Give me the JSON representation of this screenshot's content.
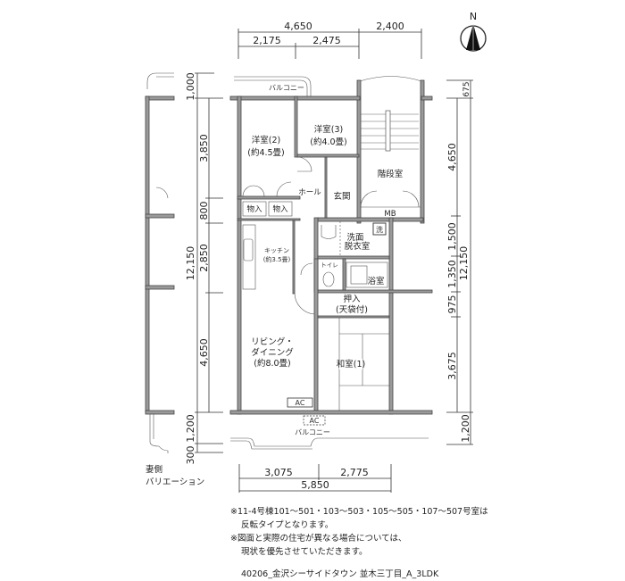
{
  "compass": {
    "label": "N"
  },
  "dimensions": {
    "top": {
      "total_left": "4,650",
      "total_right": "2,400",
      "sub1": "2,175",
      "sub2": "2,475"
    },
    "left": {
      "overall": "12,150",
      "d1": "1,000",
      "d2": "3,850",
      "d3": "800",
      "d4": "2,850",
      "d5": "4,650",
      "d6": "1,200",
      "d7": "300"
    },
    "right": {
      "overall": "12,150",
      "d1": "675",
      "d2": "4,650",
      "d3": "1,500",
      "d4": "1,350",
      "d5": "975",
      "d6": "3,675",
      "d7": "1,200"
    },
    "bottom": {
      "sub1": "3,075",
      "sub2": "2,775",
      "total": "5,850"
    }
  },
  "rooms": {
    "balcony_top": "バルコニー",
    "western2": [
      "洋室(2)",
      "(約4.5畳)"
    ],
    "western3": [
      "洋室(3)",
      "(約4.0畳)"
    ],
    "stairs": "階段室",
    "hall": "ホール",
    "entrance": "玄関",
    "closet1": "物入",
    "closet2": "物入",
    "mb": "MB",
    "washer": "洗",
    "washroom": [
      "洗面",
      "脱衣室"
    ],
    "kitchen": [
      "キッチン",
      "(約3.5畳)"
    ],
    "toilet": "トイレ",
    "bath": "浴室",
    "oshiire": [
      "押入",
      "(天袋付)"
    ],
    "living": [
      "リビング・",
      "ダイニング",
      "(約8.0畳)"
    ],
    "japanese": "和室(1)",
    "ac_indoor": "AC",
    "ac_outdoor": "AC",
    "balcony_bottom": "バルコニー"
  },
  "side_variation": [
    "妻側",
    "バリエーション"
  ],
  "notes": [
    "※11-4号棟101～501・103～503・105～505・107～507号室は",
    "反転タイプとなります。",
    "※図面と実際の住宅が異なる場合については、",
    "現状を優先させていただきます。"
  ],
  "footer": "40206_金沢シーサイドタウン 並木三丁目_A_3LDK"
}
